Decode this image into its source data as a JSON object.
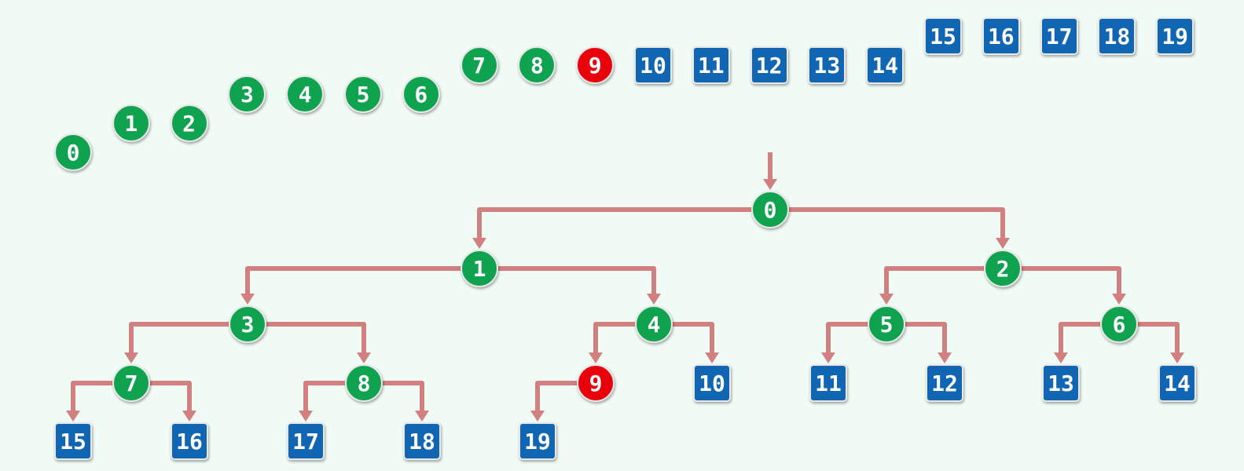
{
  "colors": {
    "internal": "#0fa24f",
    "highlight": "#e8000b",
    "leaf": "#1166b3",
    "edge": "#d17f7f",
    "background": "#f1fbf5"
  },
  "array": [
    {
      "label": "0",
      "type": "internal"
    },
    {
      "label": "1",
      "type": "internal"
    },
    {
      "label": "2",
      "type": "internal"
    },
    {
      "label": "3",
      "type": "internal"
    },
    {
      "label": "4",
      "type": "internal"
    },
    {
      "label": "5",
      "type": "internal"
    },
    {
      "label": "6",
      "type": "internal"
    },
    {
      "label": "7",
      "type": "internal"
    },
    {
      "label": "8",
      "type": "internal"
    },
    {
      "label": "9",
      "type": "highlight"
    },
    {
      "label": "10",
      "type": "leaf"
    },
    {
      "label": "11",
      "type": "leaf"
    },
    {
      "label": "12",
      "type": "leaf"
    },
    {
      "label": "13",
      "type": "leaf"
    },
    {
      "label": "14",
      "type": "leaf"
    },
    {
      "label": "15",
      "type": "leaf"
    },
    {
      "label": "16",
      "type": "leaf"
    },
    {
      "label": "17",
      "type": "leaf"
    },
    {
      "label": "18",
      "type": "leaf"
    },
    {
      "label": "19",
      "type": "leaf"
    }
  ],
  "tree": {
    "root": "0",
    "nodes": [
      {
        "label": "0",
        "type": "internal"
      },
      {
        "label": "1",
        "type": "internal"
      },
      {
        "label": "2",
        "type": "internal"
      },
      {
        "label": "3",
        "type": "internal"
      },
      {
        "label": "4",
        "type": "internal"
      },
      {
        "label": "5",
        "type": "internal"
      },
      {
        "label": "6",
        "type": "internal"
      },
      {
        "label": "7",
        "type": "internal"
      },
      {
        "label": "8",
        "type": "internal"
      },
      {
        "label": "9",
        "type": "highlight"
      },
      {
        "label": "10",
        "type": "leaf"
      },
      {
        "label": "11",
        "type": "leaf"
      },
      {
        "label": "12",
        "type": "leaf"
      },
      {
        "label": "13",
        "type": "leaf"
      },
      {
        "label": "14",
        "type": "leaf"
      },
      {
        "label": "15",
        "type": "leaf"
      },
      {
        "label": "16",
        "type": "leaf"
      },
      {
        "label": "17",
        "type": "leaf"
      },
      {
        "label": "18",
        "type": "leaf"
      },
      {
        "label": "19",
        "type": "leaf"
      }
    ],
    "edges": [
      [
        "0",
        "1"
      ],
      [
        "0",
        "2"
      ],
      [
        "1",
        "3"
      ],
      [
        "1",
        "4"
      ],
      [
        "2",
        "5"
      ],
      [
        "2",
        "6"
      ],
      [
        "3",
        "7"
      ],
      [
        "3",
        "8"
      ],
      [
        "4",
        "9"
      ],
      [
        "4",
        "10"
      ],
      [
        "5",
        "11"
      ],
      [
        "5",
        "12"
      ],
      [
        "6",
        "13"
      ],
      [
        "6",
        "14"
      ],
      [
        "7",
        "15"
      ],
      [
        "7",
        "16"
      ],
      [
        "8",
        "17"
      ],
      [
        "8",
        "18"
      ],
      [
        "9",
        "19"
      ]
    ]
  }
}
